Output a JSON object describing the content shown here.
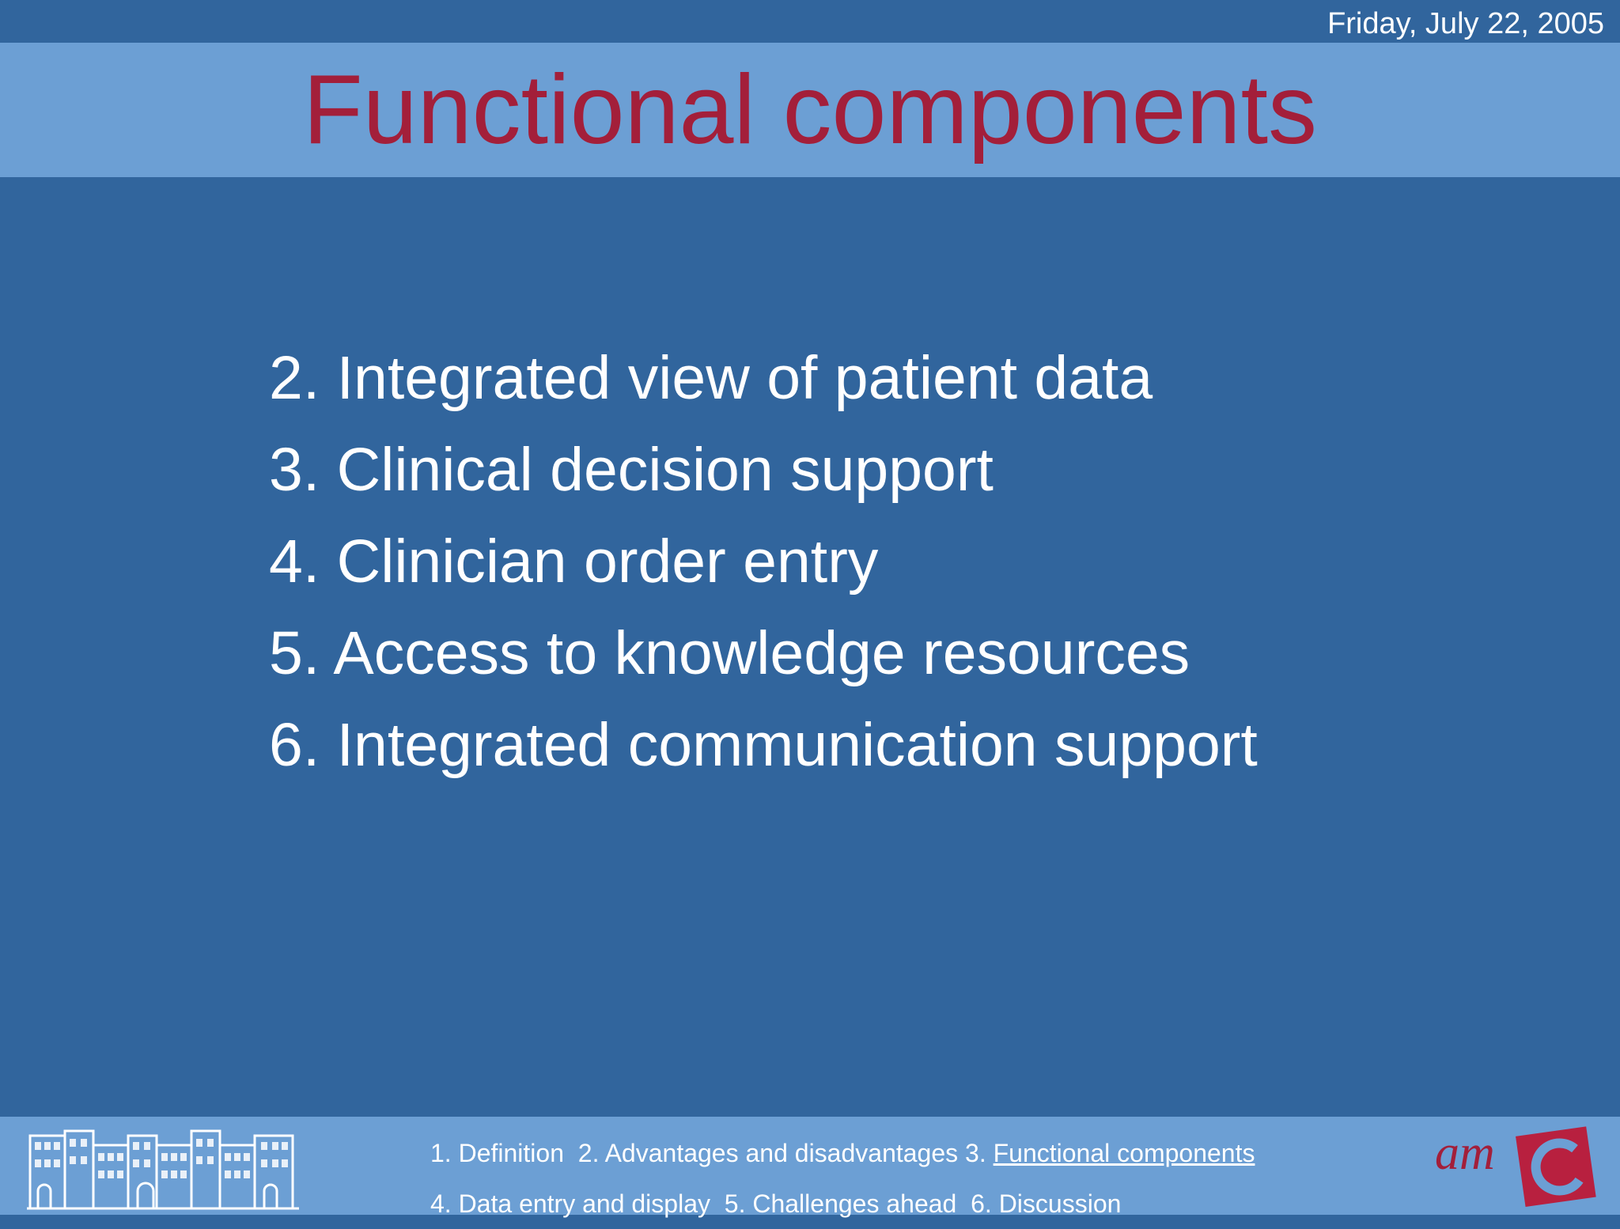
{
  "header": {
    "date": "Friday, July 22, 2005",
    "title": "Functional components"
  },
  "content": {
    "items": [
      "2. Integrated view of patient data",
      "3. Clinical decision support",
      "4. Clinician order entry",
      "5. Access to knowledge resources",
      "6. Integrated communication support"
    ]
  },
  "footer": {
    "nav_line1_prefix": "1. Definition  2. Advantages and disadvantages 3. ",
    "nav_line1_link": "Functional components",
    "nav_line2": "4. Data entry and display  5. Challenges ahead  6. Discussion",
    "logo_text": "am",
    "building_icon": "building-icon",
    "logo_icon": "amc-logo"
  },
  "colors": {
    "background": "#31659d",
    "band": "#6c9fd4",
    "title": "#a31f3a",
    "logo_accent": "#b8203f",
    "text": "#ffffff"
  }
}
